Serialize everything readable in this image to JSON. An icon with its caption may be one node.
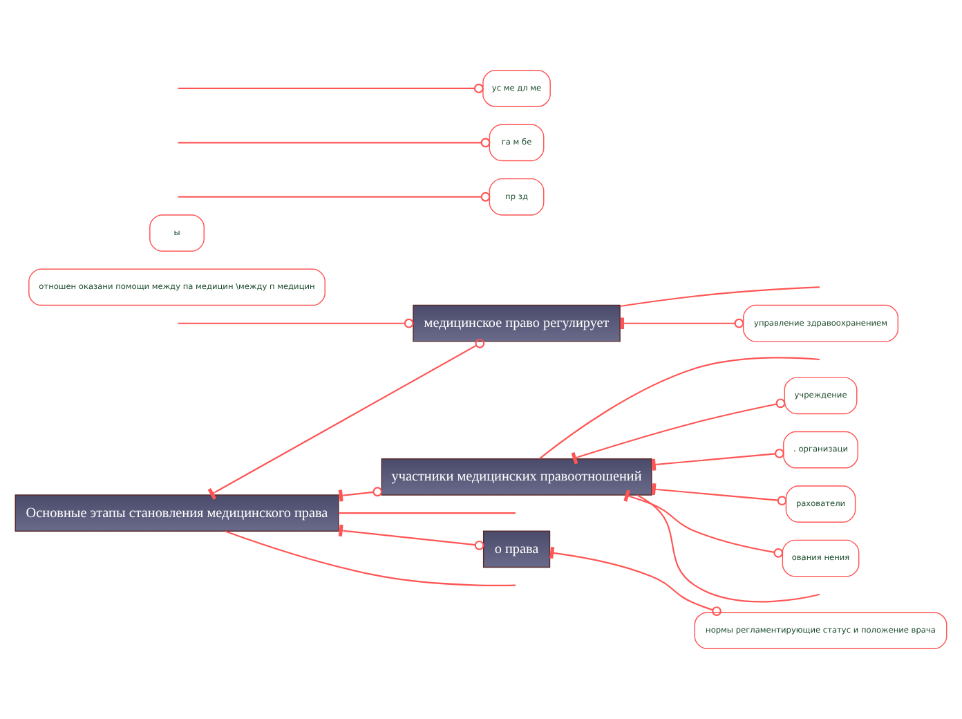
{
  "diagram": {
    "nodes": [
      {
        "text": [
          "Основные этапы становления медицинского права"
        ]
      },
      {
        "text": [
          "участники медицинских правоотношений"
        ]
      },
      {
        "text": [
          "учреждение"
        ]
      },
      {
        "text": [
          ". организаци"
        ]
      },
      {
        "text": [
          "рахователи"
        ]
      },
      {
        "text": [
          "ования нения"
        ]
      },
      {
        "text": [
          "медицинское право регулирует"
        ]
      },
      {
        "text": [
          "управление здравоохранением"
        ]
      },
      {
        "text": [
          "отношен оказани помощи между па медицин \\между п медицин"
        ]
      },
      {
        "text": [
          "о права"
        ]
      },
      {
        "text": [
          "ы"
        ]
      },
      {
        "text": [
          "нормы регламентирующие статус и положение врача"
        ]
      },
      {
        "text": [
          "пр зд"
        ]
      },
      {
        "text": [
          "га м бе"
        ]
      },
      {
        "text": [
          "ус ме дл ме"
        ]
      }
    ],
    "edges": [
      {
        "from": 0,
        "to": 1,
        "arrow": "other"
      },
      {
        "from": 0,
        "to": 6,
        "arrow": "other"
      },
      {
        "from": 0,
        "to": 9,
        "arrow": "other"
      },
      {
        "from": 0,
        "to": null,
        "arrow": "none"
      },
      {
        "from": 0,
        "to": null,
        "arrow": "none"
      },
      {
        "from": 1,
        "to": null,
        "arrow": "none"
      },
      {
        "from": 1,
        "to": null,
        "arrow": "none"
      },
      {
        "from": 1,
        "to": 2,
        "arrow": "other"
      },
      {
        "from": 1,
        "to": 3,
        "arrow": "other"
      },
      {
        "from": 1,
        "to": 4,
        "arrow": "other"
      },
      {
        "from": 1,
        "to": 5,
        "arrow": "other"
      },
      {
        "from": 6,
        "to": 7,
        "arrow": "other"
      },
      {
        "from": null,
        "to": 6,
        "arrow": "other"
      },
      {
        "from": 6,
        "to": null,
        "arrow": "none"
      },
      {
        "from": 9,
        "to": 11,
        "arrow": "other"
      },
      {
        "from": null,
        "to": 12,
        "arrow": "other"
      },
      {
        "from": null,
        "to": 13,
        "arrow": "other"
      },
      {
        "from": null,
        "to": 14,
        "arrow": "other"
      }
    ]
  }
}
